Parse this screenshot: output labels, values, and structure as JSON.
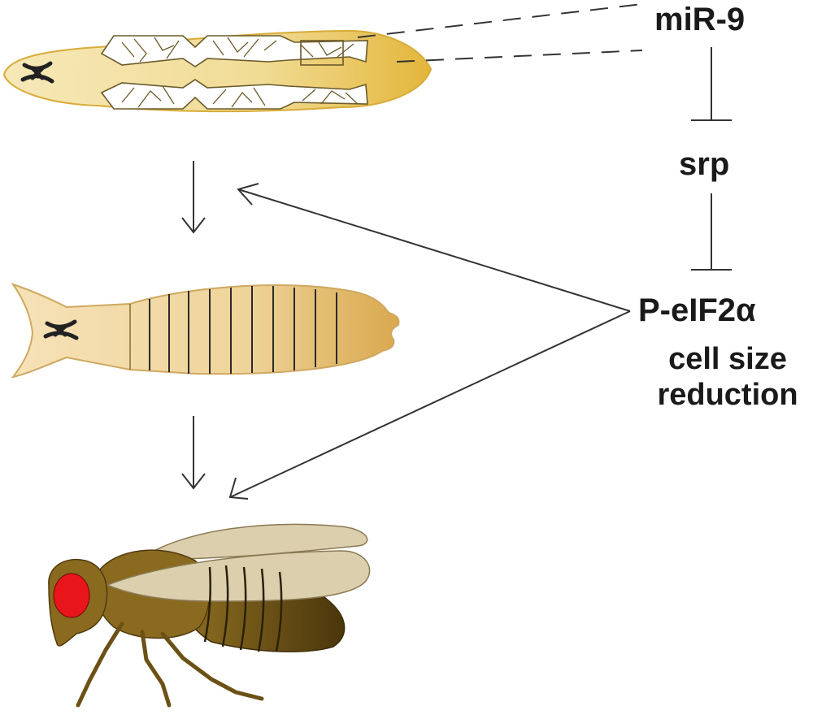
{
  "pathway": {
    "mirna": "miR-9",
    "target": "srp",
    "effector": "P-eIF2α",
    "outcome": "cell size reduction"
  },
  "stages": [
    {
      "id": "embryo"
    },
    {
      "id": "pupa"
    },
    {
      "id": "adult-fly"
    }
  ],
  "colors": {
    "embryo_fill": "#f1dfa2",
    "embryo_accent": "#e3b93a",
    "pupa_fill": "#f0d8a5",
    "pupa_accent": "#dcae5a",
    "fly_body": "#8a6a1e",
    "fly_body_dark": "#4f3a0e",
    "fly_wing": "#dccfae",
    "fly_eye": "#e8161a",
    "line": "#333333"
  }
}
